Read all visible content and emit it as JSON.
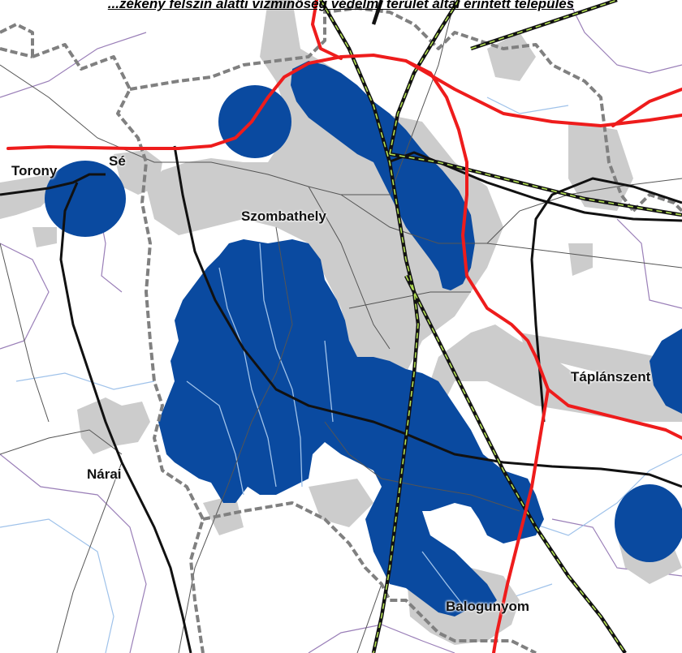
{
  "map": {
    "title": "...zékeny felszín alatti vízminőség védelmi terület által érintett település",
    "places": [
      {
        "id": "torony",
        "name": "Torony"
      },
      {
        "id": "se",
        "name": "Sé"
      },
      {
        "id": "szombathely",
        "name": "Szombathely"
      },
      {
        "id": "taplanszent",
        "name": "Táplánszent"
      },
      {
        "id": "narai",
        "name": "Nárai"
      },
      {
        "id": "balogunyom",
        "name": "Balogunyom"
      }
    ],
    "colors": {
      "background": "#ffffff",
      "urban_area": "#cccccc",
      "protection_zone": "#0a4aa0",
      "water_line": "#9fc2ea",
      "main_road": "#ee1c1c",
      "secondary_road": "#111111",
      "railway_stripe": "#b6e354",
      "municipal_border": "#808080",
      "local_border": "#9a7fb8",
      "minor_road": "#555555"
    }
  }
}
